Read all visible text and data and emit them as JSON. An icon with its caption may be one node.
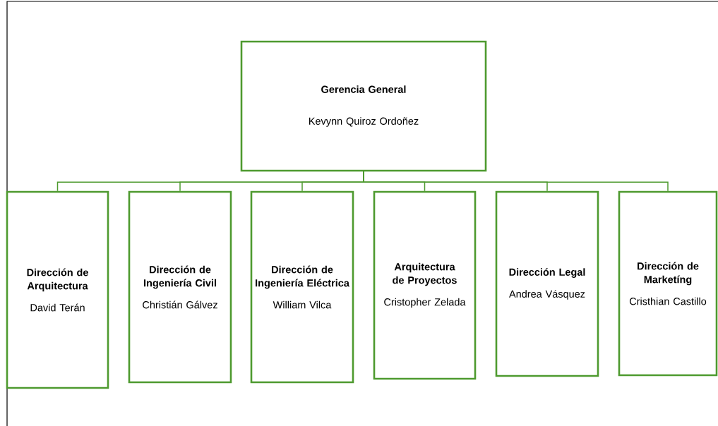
{
  "diagram": {
    "nodes": [
      {
        "text": [
          "Gerencia General",
          "Kevynn Quiroz Ordoñez"
        ]
      },
      {
        "text": [
          "Dirección de Arquitectura",
          "David Terán"
        ]
      },
      {
        "text": [
          "Dirección de Ingeniería Civil",
          "Christián Gálvez"
        ]
      },
      {
        "text": [
          "Dirección de Ingeniería Eléctrica",
          "William Vilca"
        ]
      },
      {
        "text": [
          "Arquitectura de Proyectos",
          "Cristopher Zelada"
        ]
      },
      {
        "text": [
          "Dirección Legal",
          "Andrea Vásquez"
        ]
      },
      {
        "text": [
          "Dirección de Marketíng",
          "Cristhian Castillo"
        ]
      }
    ],
    "edges": [
      {
        "from": 0,
        "to": 1,
        "arrow": "none"
      },
      {
        "from": 0,
        "to": 2,
        "arrow": "none"
      },
      {
        "from": 0,
        "to": 3,
        "arrow": "none"
      },
      {
        "from": 0,
        "to": 4,
        "arrow": "none"
      },
      {
        "from": 0,
        "to": 5,
        "arrow": "none"
      },
      {
        "from": 0,
        "to": 6,
        "arrow": "none"
      }
    ]
  }
}
